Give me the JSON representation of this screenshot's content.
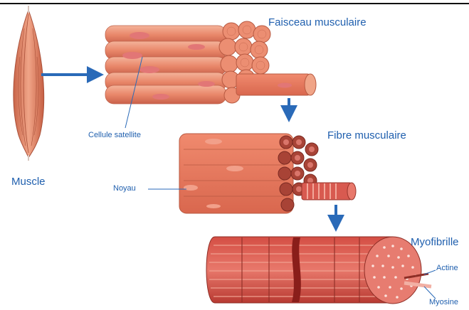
{
  "labels": {
    "faisceau": "Faisceau musculaire",
    "fibre": "Fibre musculaire",
    "myofibrille": "Myofibrille",
    "muscle": "Muscle",
    "cellule_satellite": "Cellule satellite",
    "noyau": "Noyau",
    "actine": "Actine",
    "myosine": "Myosine"
  },
  "colors": {
    "label_text": "#1f5fae",
    "arrow": "#2a6ab8",
    "muscle_tissue": "#e8896a",
    "muscle_dark": "#b94a32",
    "nucleus": "#d96b6b"
  }
}
